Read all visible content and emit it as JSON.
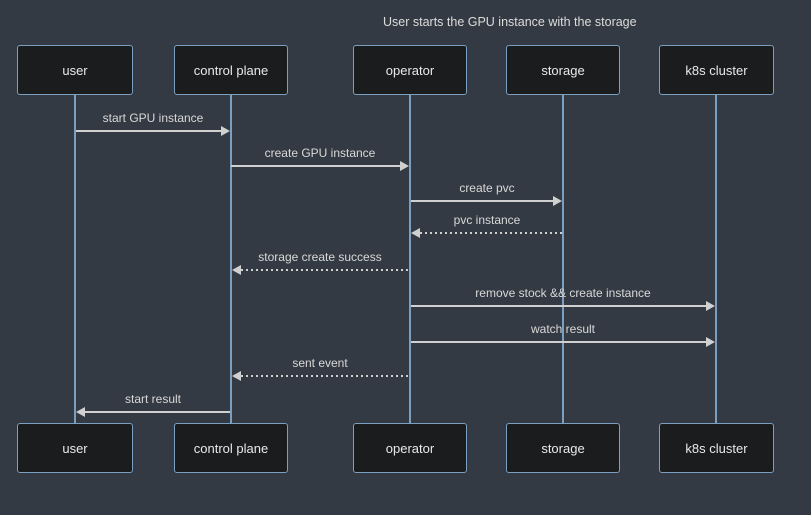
{
  "diagram": {
    "type": "sequence-diagram",
    "title": "User starts the GPU instance with the storage",
    "actors": [
      {
        "label": "user"
      },
      {
        "label": "control plane"
      },
      {
        "label": "operator"
      },
      {
        "label": "storage"
      },
      {
        "label": "k8s cluster"
      }
    ],
    "messages": [
      {
        "label": "start GPU instance",
        "from": "user",
        "to": "control plane",
        "line": "solid"
      },
      {
        "label": "create GPU instance",
        "from": "control plane",
        "to": "operator",
        "line": "solid"
      },
      {
        "label": "create pvc",
        "from": "operator",
        "to": "storage",
        "line": "solid"
      },
      {
        "label": "pvc instance",
        "from": "storage",
        "to": "operator",
        "line": "dashed"
      },
      {
        "label": "storage create success",
        "from": "operator",
        "to": "control plane",
        "line": "dashed"
      },
      {
        "label": "remove stock && create instance",
        "from": "operator",
        "to": "k8s cluster",
        "line": "solid"
      },
      {
        "label": "watch result",
        "from": "operator",
        "to": "k8s cluster",
        "line": "solid"
      },
      {
        "label": "sent event",
        "from": "operator",
        "to": "control plane",
        "line": "dashed"
      },
      {
        "label": "start result",
        "from": "control plane",
        "to": "user",
        "line": "solid"
      }
    ],
    "colors": {
      "background": "#343a43",
      "actor_fill": "#1b1c1d",
      "actor_border": "#7b9fc0",
      "lifeline": "#7b9fc0",
      "signal": "#d0d0d0",
      "title_text": "#dcdcdc",
      "actor_text": "#e9e9e9",
      "message_text": "#d8d8d8"
    }
  }
}
